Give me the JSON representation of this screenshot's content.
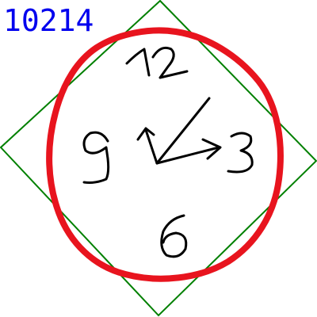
{
  "sample_id": "10214",
  "drawing": {
    "clock_numerals": [
      "12",
      "3",
      "6",
      "9"
    ],
    "icons": [
      "diamond-outline",
      "clock-face-outline",
      "clock-hands",
      "hand-drawn-numerals"
    ]
  },
  "colors": {
    "id_text": "#0000ee",
    "diamond_stroke": "#008000",
    "clock_face_stroke": "#e8141e",
    "ink": "#000000",
    "background": "#ffffff"
  }
}
